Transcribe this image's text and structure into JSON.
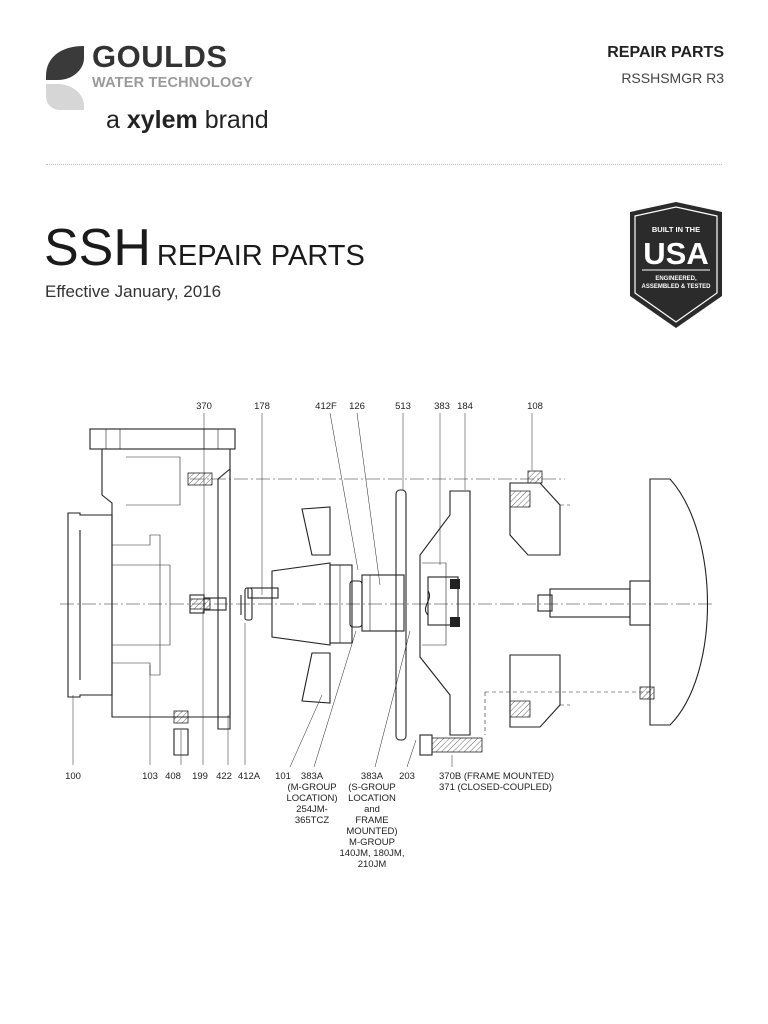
{
  "header": {
    "brand_name": "GOULDS",
    "brand_sub": "WATER TECHNOLOGY",
    "tagline_prefix": "a ",
    "tagline_brand": "xylem",
    "tagline_suffix": " brand",
    "doc_kind": "REPAIR PARTS",
    "doc_code": "RSSHSMGR R3"
  },
  "title": {
    "main": "SSH",
    "rest": "REPAIR PARTS",
    "effective": "Effective January, 2016"
  },
  "badge": {
    "top": "BUILT IN THE",
    "country": "USA",
    "line1": "ENGINEERED,",
    "line2": "ASSEMBLED & TESTED"
  },
  "diagram": {
    "top_labels": [
      "370",
      "178",
      "412F",
      "126",
      "513",
      "383",
      "184",
      "108"
    ],
    "bottom_labels": [
      "100",
      "103",
      "408",
      "199",
      "422",
      "412A",
      "101"
    ],
    "callouts": {
      "c383a_m": [
        "383A",
        "(M-GROUP",
        "LOCATION)",
        "254JM-",
        "365TCZ"
      ],
      "c383a_s": [
        "383A",
        "(S-GROUP",
        "LOCATION",
        "and",
        "FRAME",
        "MOUNTED)",
        "M-GROUP",
        "140JM, 180JM,",
        "210JM"
      ],
      "c203": "203",
      "c370b": [
        "370B (FRAME MOUNTED)",
        "371 (CLOSED-COUPLED)"
      ]
    }
  }
}
